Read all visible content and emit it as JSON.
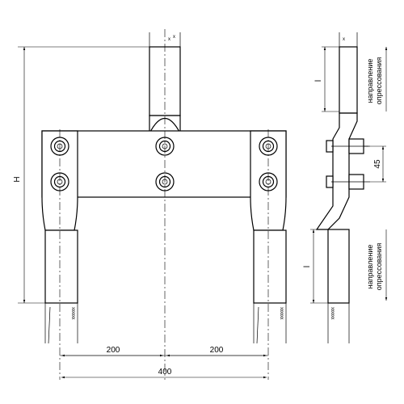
{
  "dimensions": {
    "height_label": "H",
    "left_span": "200",
    "right_span": "200",
    "total_span": "400",
    "bolt_pitch": "45",
    "lug_length_top": "l",
    "lug_length_bottom": "l"
  },
  "notes": {
    "crimp_direction_line1": "направление",
    "crimp_direction_line2": "опрессования"
  },
  "crimp_marks": "xxxxxx"
}
